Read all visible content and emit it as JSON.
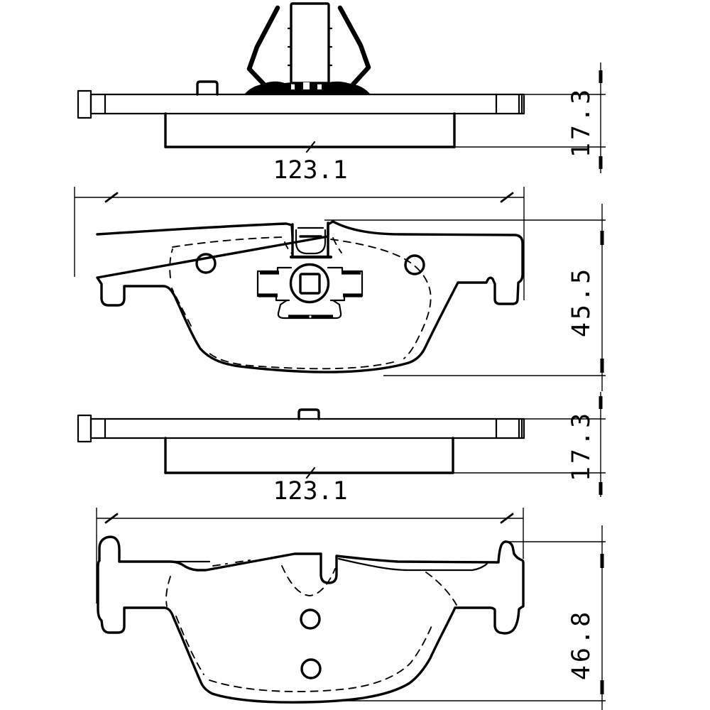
{
  "colors": {
    "ink": "#000000",
    "paper": "#ffffff"
  },
  "dimensions": {
    "outer_pad_side_view": {
      "width": "123.1",
      "thickness": "17.3"
    },
    "outer_pad_face_view": {
      "height": "45.5"
    },
    "inner_pad_side_view": {
      "width": "123.1",
      "thickness": "17.3"
    },
    "inner_pad_face_view": {
      "height": "46.8"
    }
  }
}
